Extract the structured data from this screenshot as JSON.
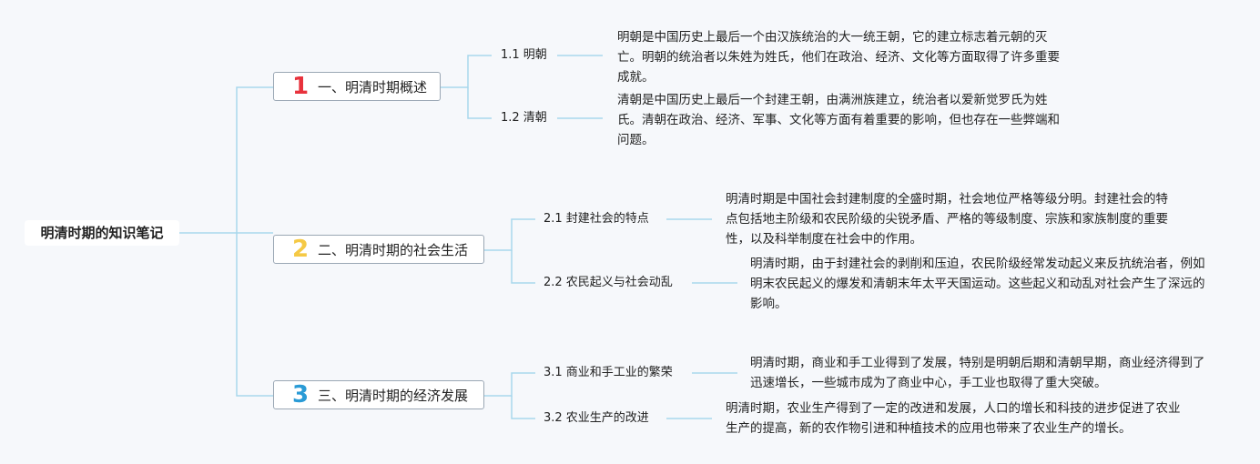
{
  "root": {
    "label": "明清时期的知识笔记"
  },
  "colors": {
    "link": "#a8d7ec",
    "num1": "#e8323c",
    "num2": "#f5c945",
    "num3": "#2a9bd6"
  },
  "branches": [
    {
      "number": "1",
      "label": "一、明清时期概述",
      "children": [
        {
          "label": "1.1 明朝",
          "desc": "明朝是中国历史上最后一个由汉族统治的大一统王朝，它的建立标志着元朝的灭亡。明朝的统治者以朱姓为姓氏，他们在政治、经济、文化等方面取得了许多重要成就。"
        },
        {
          "label": "1.2 清朝",
          "desc": "清朝是中国历史上最后一个封建王朝，由满洲族建立，统治者以爱新觉罗氏为姓氏。清朝在政治、经济、军事、文化等方面有着重要的影响，但也存在一些弊端和问题。"
        }
      ]
    },
    {
      "number": "2",
      "label": "二、明清时期的社会生活",
      "children": [
        {
          "label": "2.1 封建社会的特点",
          "desc": "明清时期是中国社会封建制度的全盛时期，社会地位严格等级分明。封建社会的特点包括地主阶级和农民阶级的尖锐矛盾、严格的等级制度、宗族和家族制度的重要性，以及科举制度在社会中的作用。"
        },
        {
          "label": "2.2 农民起义与社会动乱",
          "desc": "明清时期，由于封建社会的剥削和压迫，农民阶级经常发动起义来反抗统治者，例如明末农民起义的爆发和清朝末年太平天国运动。这些起义和动乱对社会产生了深远的影响。"
        }
      ]
    },
    {
      "number": "3",
      "label": "三、明清时期的经济发展",
      "children": [
        {
          "label": "3.1 商业和手工业的繁荣",
          "desc": "明清时期，商业和手工业得到了发展，特别是明朝后期和清朝早期，商业经济得到了迅速增长，一些城市成为了商业中心，手工业也取得了重大突破。"
        },
        {
          "label": "3.2 农业生产的改进",
          "desc": "明清时期，农业生产得到了一定的改进和发展，人口的增长和科技的进步促进了农业生产的提高，新的农作物引进和种植技术的应用也带来了农业生产的增长。"
        }
      ]
    }
  ]
}
